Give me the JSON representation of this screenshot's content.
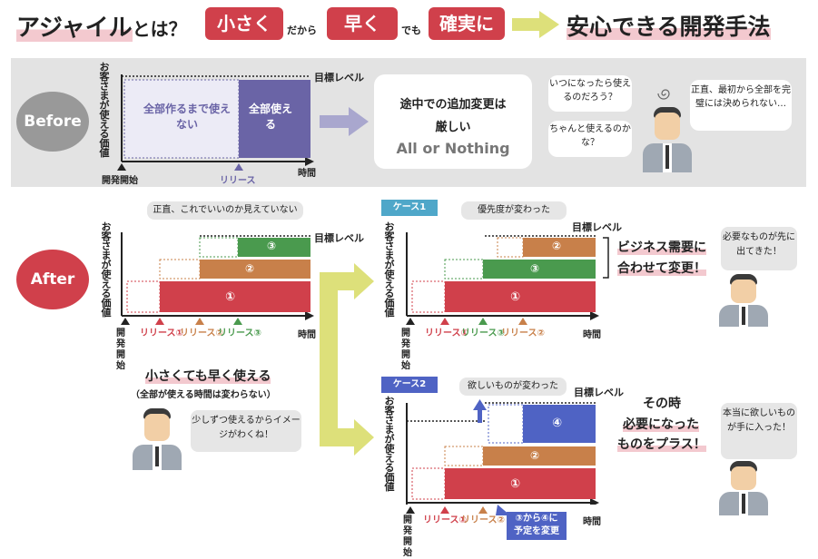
{
  "header": {
    "agile": "アジャイル",
    "towa": "とは？",
    "small": "小さく",
    "dakara": "だから",
    "fast": "早く",
    "demo": "でも",
    "sure": "確実に",
    "result": "安心できる開発手法"
  },
  "colors": {
    "red": "#d0404b",
    "orange": "#c8804a",
    "green": "#4a9a4e",
    "blue": "#4f63c4",
    "purple": "#6a64a6",
    "yellow_arrow": "#dde07a",
    "case_label": "#4fa7c9"
  },
  "axis": {
    "value_label": "お客さまが使える価値",
    "time": "時間",
    "goal": "目標レベル",
    "start": "開発開始",
    "release": "リリース"
  },
  "before": {
    "circle": "Before",
    "box_unusable": "全部作るまで使えない",
    "box_full": "全部使える",
    "conclusion_line1": "途中での追加変更は",
    "conclusion_line2": "厳しい",
    "conclusion_line3": "All or Nothing",
    "bubble_when": "いつになったら使えるのだろう？",
    "bubble_ok": "ちゃんと使えるのかな？",
    "bubble_honest": "正直、最初から全部を完璧には決められない…"
  },
  "after": {
    "circle": "After",
    "top_bubble": "正直、これでいいのか見えていない",
    "releases": [
      "リリース①",
      "リリース②",
      "リリース③"
    ],
    "bars": [
      "①",
      "②",
      "③"
    ],
    "caption_line1": "小さくても早く使える",
    "caption_line2": "（全部が使える時間は変わらない）",
    "person_bubble": "少しずつ使えるからイメージがわくね！"
  },
  "case1": {
    "label": "ケース1",
    "bubble": "優先度が変わった",
    "bars": [
      "①",
      "③",
      "②"
    ],
    "releases": [
      "リリース①",
      "リリース③",
      "リリース②"
    ],
    "note_line1": "ビジネス需要に",
    "note_line2": "合わせて変更！",
    "person_bubble": "必要なものが先に出てきた！"
  },
  "case2": {
    "label": "ケース2",
    "bubble": "欲しいものが変わった",
    "bars": [
      "①",
      "②",
      "④"
    ],
    "releases": [
      "リリース①",
      "リリース②"
    ],
    "change_note_line1": "③から④に",
    "change_note_line2": "予定を変更",
    "note_line1": "その時",
    "note_line2": "必要になった",
    "note_line3": "ものをプラス！",
    "person_bubble": "本当に欲しいものが手に入った！"
  }
}
